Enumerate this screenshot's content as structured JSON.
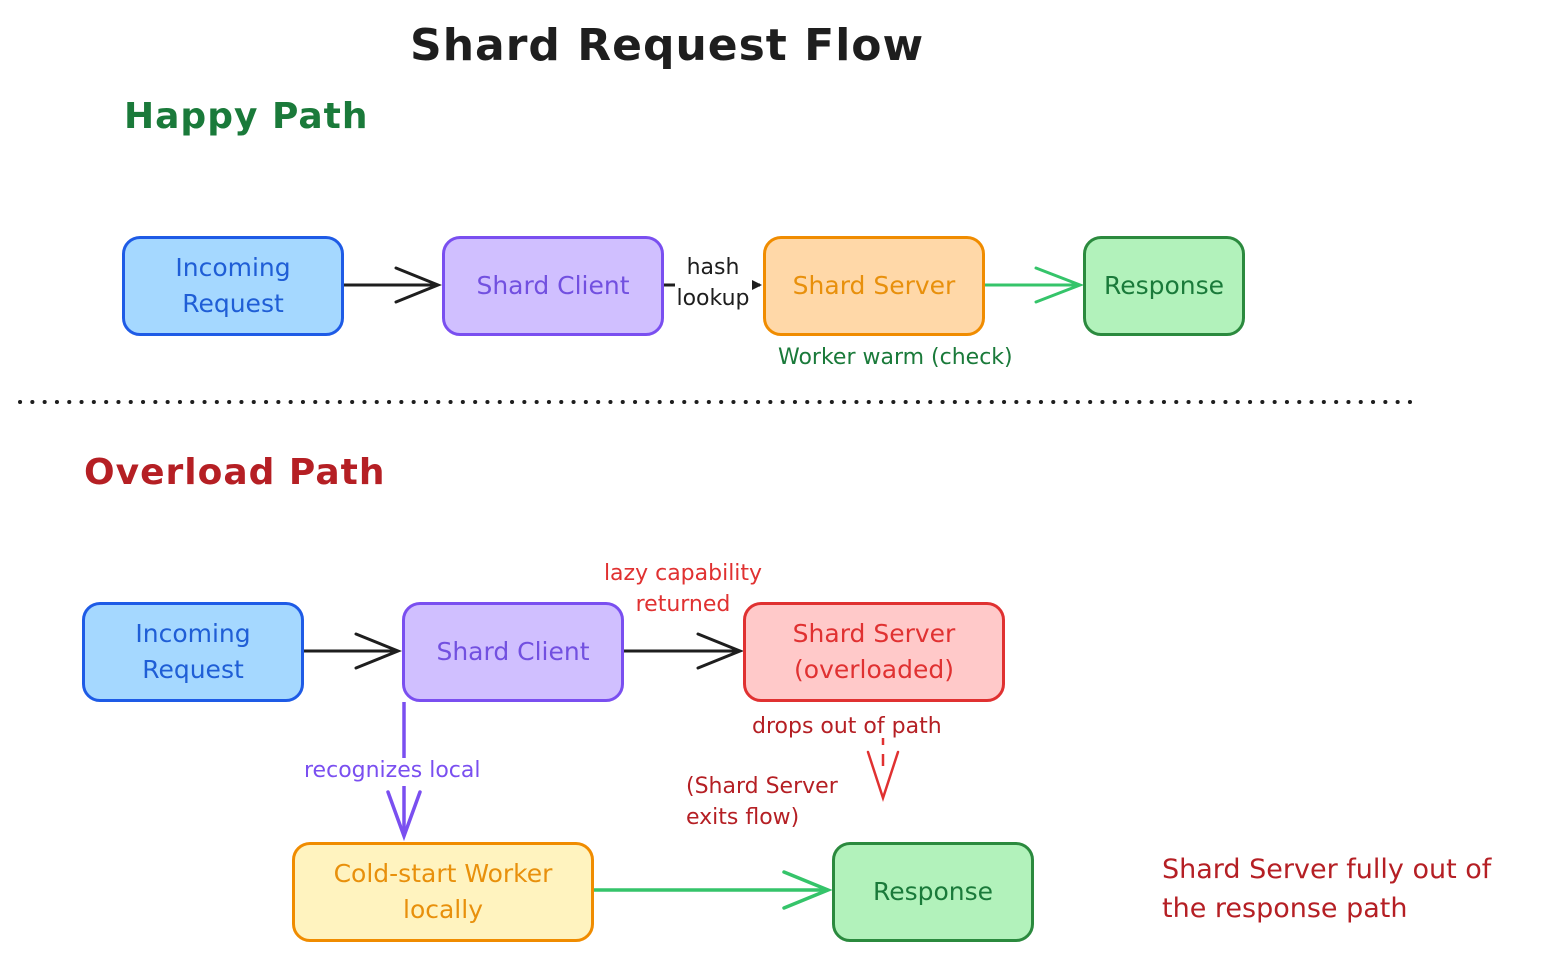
{
  "title": "Shard Request Flow",
  "colors": {
    "green_text": "#1a7a3a",
    "red_text": "#b51f24",
    "blue_fill": "#a5d8ff",
    "blue_stroke": "#1e5be6",
    "blue_text": "#1f5ed6",
    "purple_fill": "#d0bfff",
    "purple_stroke": "#7a4ff0",
    "purple_text": "#7250e0",
    "orange_fill": "#ffd8a8",
    "orange_stroke": "#f08c00",
    "orange_text": "#e8900c",
    "green_fill": "#b2f2bb",
    "green_stroke": "#2b8a3e",
    "green_arrow": "#35c46a",
    "red_fill": "#ffc9c9",
    "red_stroke": "#e03131",
    "red_label": "#e03131",
    "yellow_fill": "#fff3bf"
  },
  "happy": {
    "heading": "Happy Path",
    "incoming": "Incoming\nRequest",
    "client": "Shard Client",
    "hash_lookup": "hash\nlookup",
    "server": "Shard Server",
    "response": "Response",
    "worker_note": "Worker warm (check)"
  },
  "overload": {
    "heading": "Overload Path",
    "incoming": "Incoming\nRequest",
    "client": "Shard Client",
    "lazy_label": "lazy capability\nreturned",
    "server": "Shard Server\n(overloaded)",
    "drops_label": "drops out of path",
    "exits_label": "(Shard Server\nexits flow)",
    "recognizes_label": "recognizes local",
    "worker": "Cold-start Worker\nlocally",
    "response": "Response",
    "side_note": "Shard Server fully out of\nthe response path"
  }
}
